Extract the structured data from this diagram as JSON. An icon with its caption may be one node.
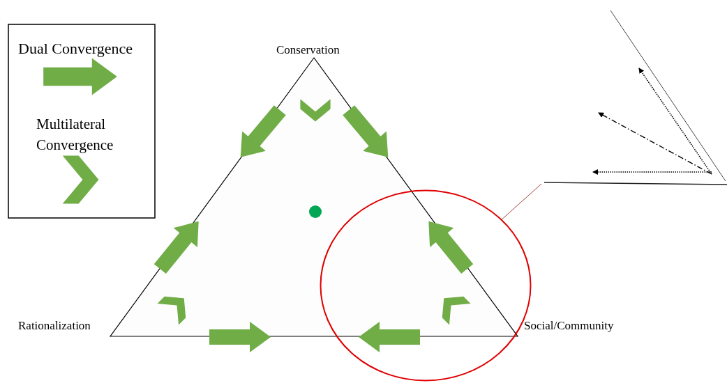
{
  "diagram": {
    "nodes": [
      {
        "text": [],
        "shape": "circle"
      },
      {
        "text": [],
        "shape": "picture"
      }
    ],
    "edges": [
      {
        "from": 0,
        "to": 1,
        "arrow": "none",
        "color": "#a0413e"
      }
    ],
    "labels": [
      "Conservation",
      "Rationalization",
      "Social/Community"
    ],
    "legend": [
      {
        "text": "Dual Convergence"
      },
      {
        "text": "Multilateral Convergence"
      }
    ]
  }
}
